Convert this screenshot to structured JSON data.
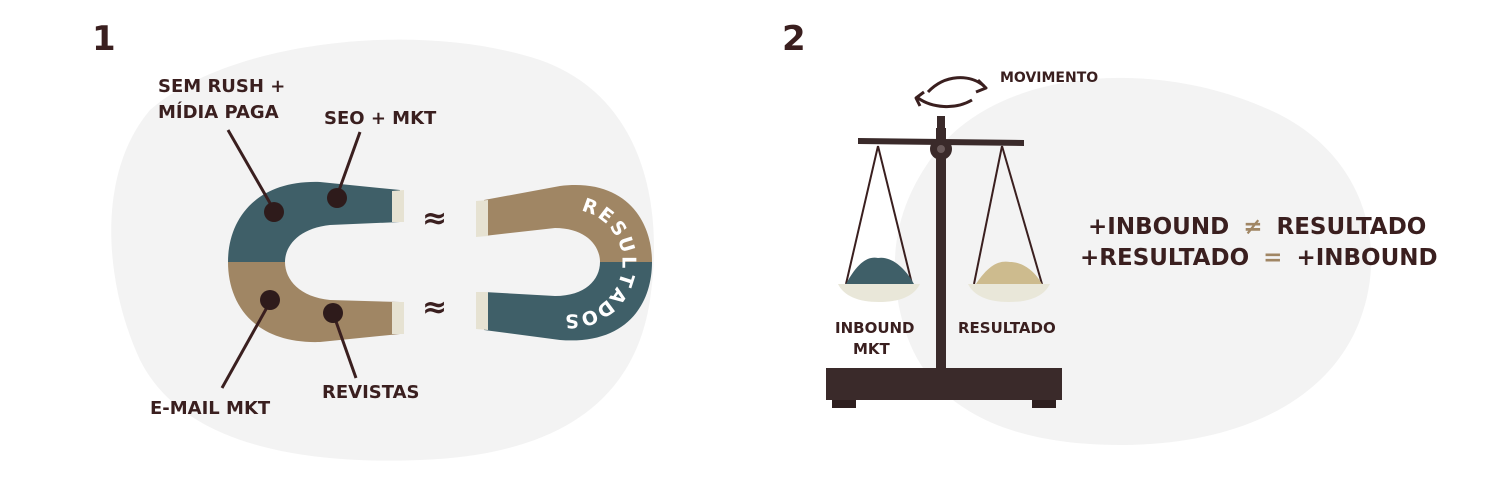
{
  "panel1": {
    "number": "1",
    "labels": {
      "sem_rush_line1": "SEM RUSH +",
      "sem_rush_line2": "MÍDIA PAGA",
      "seo": "SEO + MKT",
      "email": "E-MAIL MKT",
      "revistas": "REVISTAS"
    },
    "resultados_letters": [
      "R",
      "E",
      "S",
      "U",
      "L",
      "T",
      "A",
      "D",
      "O",
      "S"
    ],
    "approx_symbol": "≈"
  },
  "panel2": {
    "number": "2",
    "movimento": "MOVIMENTO",
    "left_pan_line1": "INBOUND",
    "left_pan_line2": "MKT",
    "right_pan": "RESULTADO",
    "equation1": {
      "left": "+INBOUND",
      "op": "≠",
      "right": "RESULTADO"
    },
    "equation2": {
      "left": "+RESULTADO",
      "op": "=",
      "right": "+INBOUND"
    }
  },
  "colors": {
    "teal": "#3f5f68",
    "tan": "#a08664",
    "dark": "#3a1f1f",
    "blob": "#f3f3f3",
    "sand": "#cdbb8e",
    "stone": "#e9e7d9"
  }
}
